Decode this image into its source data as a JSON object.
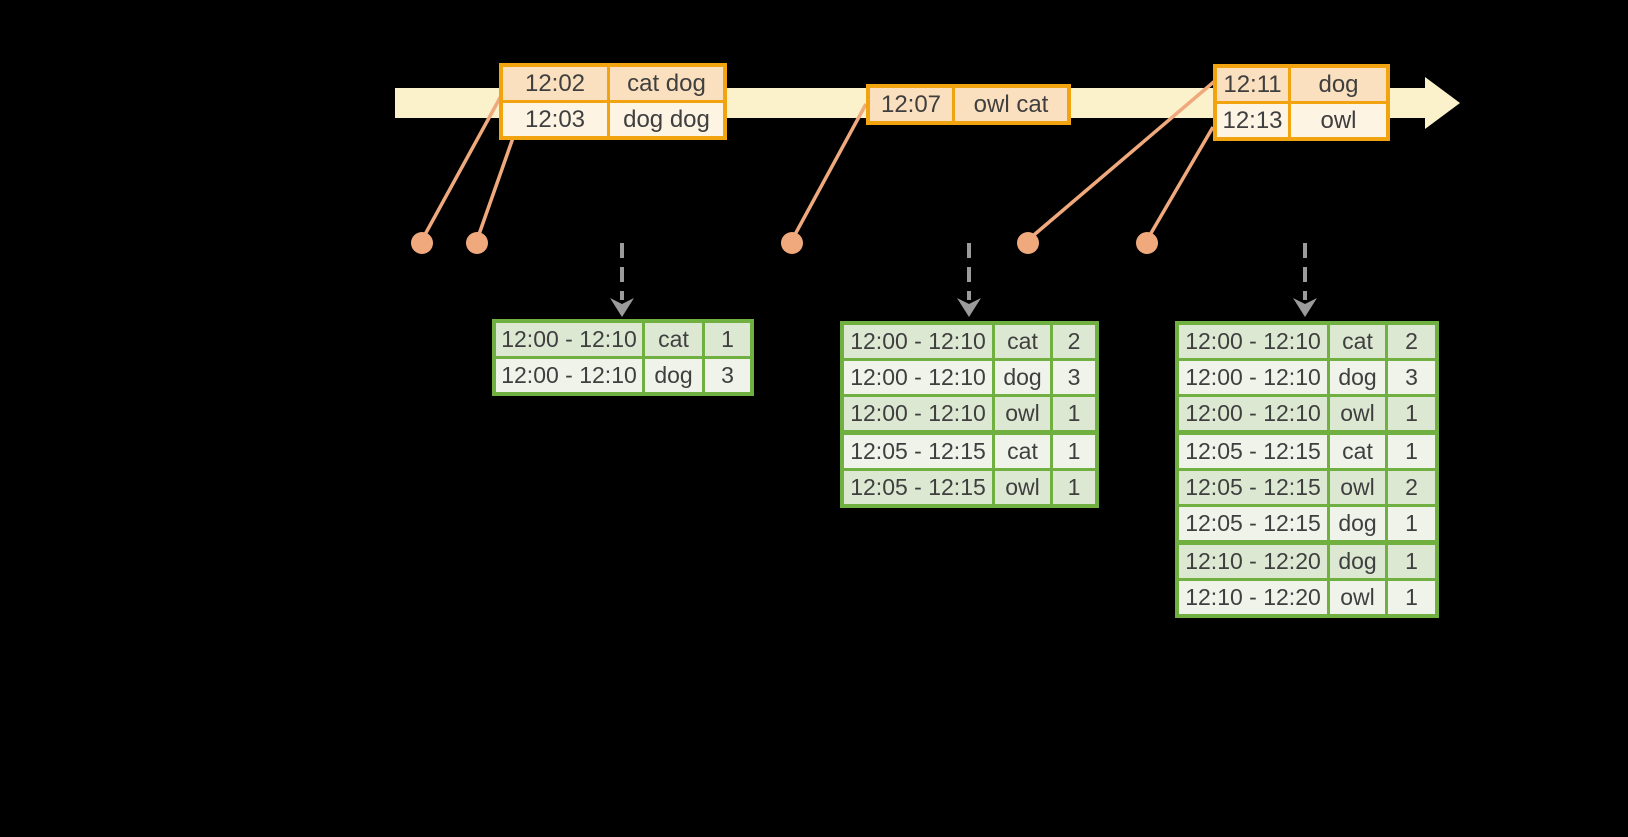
{
  "colors": {
    "background": "#000000",
    "timeline_band": "#FBF1CA",
    "event_table_border": "#F1A410",
    "event_row_dark": "#FAE0BE",
    "event_row_light": "#FDF4E4",
    "event_dot": "#F0A97C",
    "result_table_border": "#70B041",
    "result_row_dark": "#DDE8D3",
    "result_row_light": "#EFF3EA",
    "trigger_arrow": "#9B9B9B",
    "text": "#3F3F3F"
  },
  "icons": {
    "timeline_arrowhead": "right-arrow",
    "trigger_arrow": "dashed-down-arrow",
    "event_dot": "filled-circle"
  },
  "timeline": {
    "direction": "left-to-right",
    "event_dot_count": 5
  },
  "event_tables": [
    {
      "rows": [
        [
          "12:02",
          "cat dog"
        ],
        [
          "12:03",
          "dog dog"
        ]
      ]
    },
    {
      "rows": [
        [
          "12:07",
          "owl cat"
        ]
      ]
    },
    {
      "rows": [
        [
          "12:11",
          "dog"
        ],
        [
          "12:13",
          "owl"
        ]
      ]
    }
  ],
  "result_tables": [
    {
      "rows": [
        [
          "12:00 - 12:10",
          "cat",
          "1"
        ],
        [
          "12:00 - 12:10",
          "dog",
          "3"
        ]
      ]
    },
    {
      "rows": [
        [
          "12:00 - 12:10",
          "cat",
          "2"
        ],
        [
          "12:00 - 12:10",
          "dog",
          "3"
        ],
        [
          "12:00 - 12:10",
          "owl",
          "1"
        ],
        [
          "12:05 - 12:15",
          "cat",
          "1"
        ],
        [
          "12:05 - 12:15",
          "owl",
          "1"
        ]
      ]
    },
    {
      "rows": [
        [
          "12:00 - 12:10",
          "cat",
          "2"
        ],
        [
          "12:00 - 12:10",
          "dog",
          "3"
        ],
        [
          "12:00 - 12:10",
          "owl",
          "1"
        ],
        [
          "12:05 - 12:15",
          "cat",
          "1"
        ],
        [
          "12:05 - 12:15",
          "owl",
          "2"
        ],
        [
          "12:05 - 12:15",
          "dog",
          "1"
        ],
        [
          "12:10 - 12:20",
          "dog",
          "1"
        ],
        [
          "12:10 - 12:20",
          "owl",
          "1"
        ]
      ]
    }
  ]
}
